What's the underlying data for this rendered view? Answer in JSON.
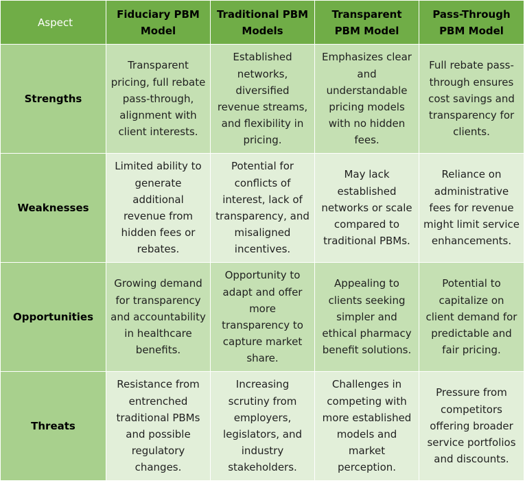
{
  "table": {
    "headers": [
      "Aspect",
      "Fiduciary PBM Model",
      "Traditional PBM Models",
      "Transparent PBM Model",
      "Pass-Through PBM Model"
    ],
    "rows": [
      {
        "label": "Strengths",
        "cells": [
          "Transparent pricing, full rebate pass-through, alignment with client interests.",
          "Established networks, diversified revenue streams, and flexibility in pricing.",
          "Emphasizes clear and understandable pricing models with no hidden fees.",
          "Full rebate pass-through ensures cost savings and transparency for clients."
        ]
      },
      {
        "label": "Weaknesses",
        "cells": [
          "Limited ability to generate additional revenue from hidden fees or rebates.",
          "Potential for conflicts of interest, lack of transparency, and misaligned incentives.",
          "May lack established networks or scale compared to traditional PBMs.",
          "Reliance on administrative fees for revenue might limit service enhancements."
        ]
      },
      {
        "label": "Opportunities",
        "cells": [
          "Growing demand for transparency and accountability in healthcare benefits.",
          "Opportunity to adapt and offer more transparency to capture market share.",
          "Appealing to clients seeking simpler and ethical pharmacy benefit solutions.",
          "Potential to capitalize on client demand for predictable and fair pricing."
        ]
      },
      {
        "label": "Threats",
        "cells": [
          "Resistance from entrenched traditional PBMs and possible regulatory changes.",
          "Increasing scrutiny from employers, legislators, and industry stakeholders.",
          "Challenges in competing with more established models and market perception.",
          "Pressure from competitors offering broader service portfolios and discounts."
        ]
      }
    ]
  },
  "colors": {
    "header_bg": "#70ad47",
    "row_label_bg": "#a8d08d",
    "band_dark": "#c5e0b3",
    "band_light": "#e2efd9",
    "border": "#ffffff"
  }
}
